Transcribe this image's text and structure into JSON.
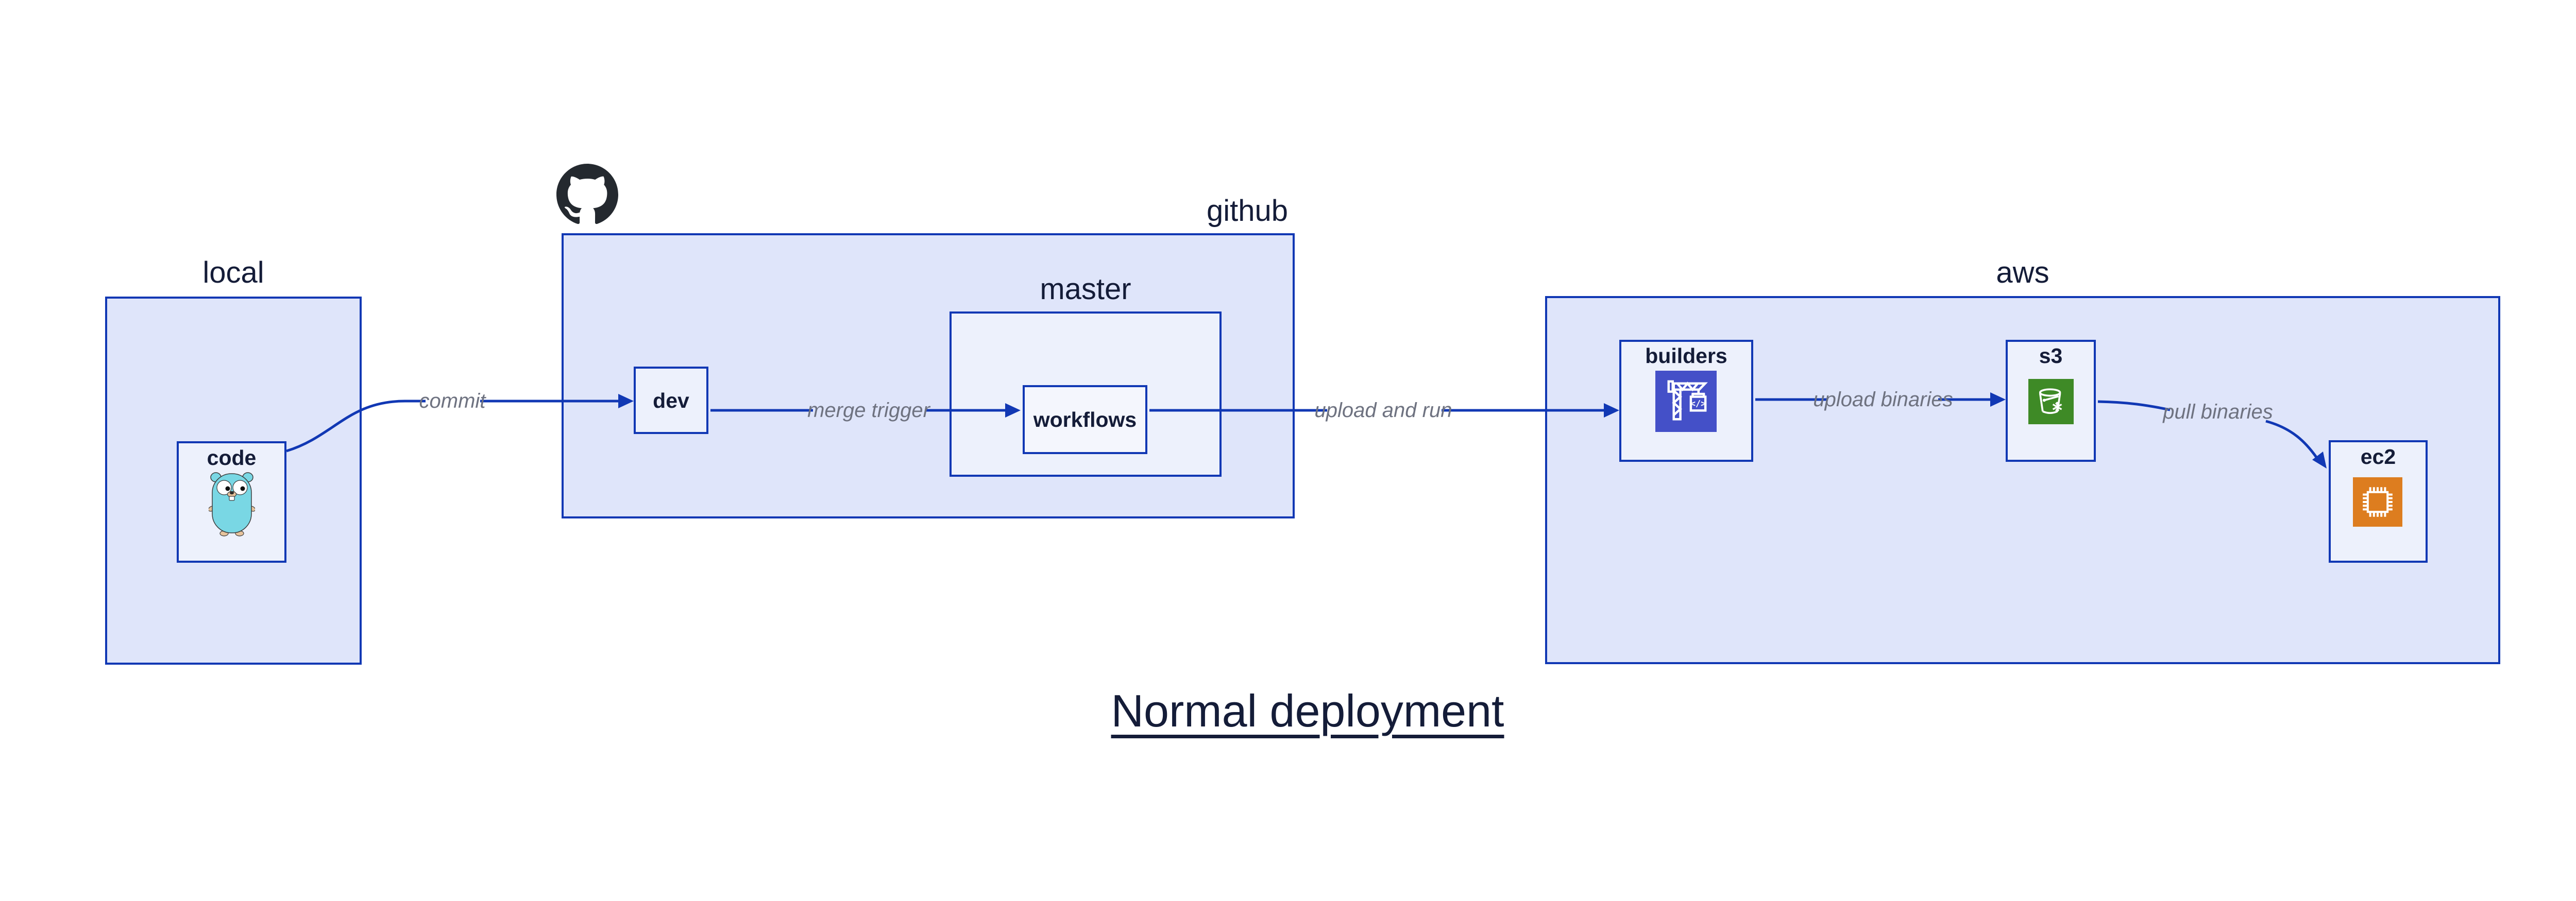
{
  "title": "Normal deployment",
  "groups": {
    "local": {
      "label": "local"
    },
    "github": {
      "label": "github"
    },
    "master": {
      "label": "master"
    },
    "aws": {
      "label": "aws"
    }
  },
  "nodes": {
    "code": {
      "label": "code"
    },
    "dev": {
      "label": "dev"
    },
    "workflows": {
      "label": "workflows"
    },
    "builders": {
      "label": "builders"
    },
    "s3": {
      "label": "s3"
    },
    "ec2": {
      "label": "ec2"
    }
  },
  "edges": {
    "commit": {
      "label": "commit"
    },
    "merge_trigger": {
      "label": "merge trigger"
    },
    "upload_and_run": {
      "label": "upload and run"
    },
    "upload_binaries": {
      "label": "upload binaries"
    },
    "pull_binaries": {
      "label": "pull binaries"
    }
  },
  "icons": {
    "octocat": "github-octocat-logo",
    "gopher": "go-gopher-mascot",
    "codebuild": "aws-codebuild-crane",
    "codebuild_code_glyph": "</>",
    "s3_glacier": "s3-bucket-snowflake",
    "ec2_chip": "ec2-processor-chip"
  },
  "colors": {
    "background": "#ffffff",
    "box_border": "#1138b4",
    "arrow": "#1138b4",
    "group_fill": "#dfe5fa",
    "node_fill": "#edf1fc",
    "workflows_fill": "#f4f6fd",
    "heading_text": "#141c38",
    "edge_label_text": "#6e7280",
    "codebuild_bg": "#4450c8",
    "s3_bg": "#3e8a26",
    "ec2_bg": "#dd7d1f",
    "octocat_fill": "#24292f",
    "gopher_body": "#79d7e4"
  }
}
